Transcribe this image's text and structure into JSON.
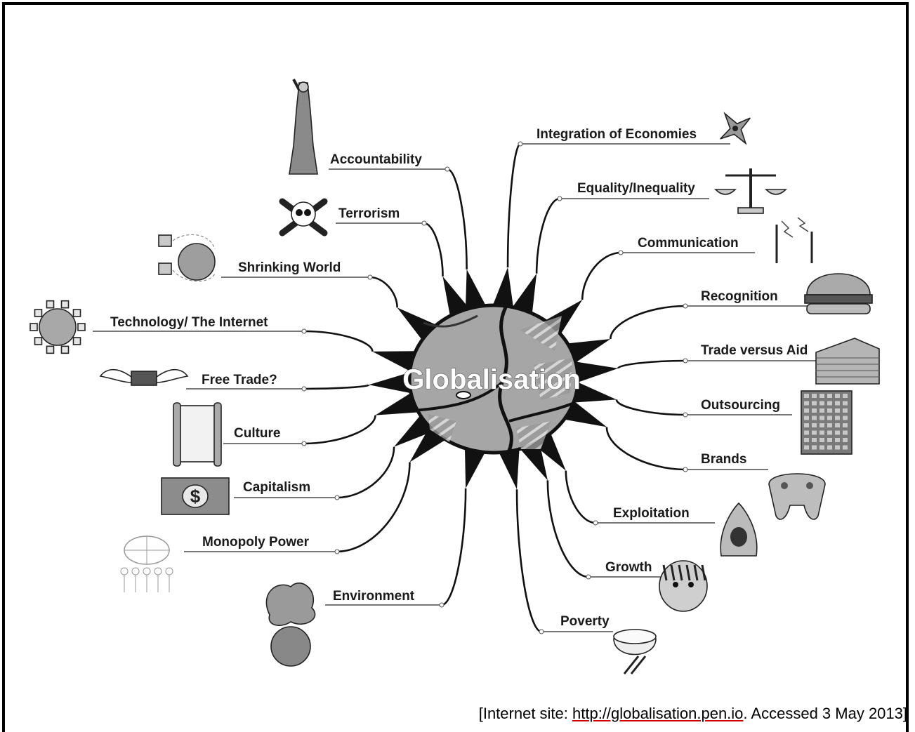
{
  "diagram": {
    "center": "Globalisation",
    "left_branches": [
      {
        "label": "Accountability",
        "icon": "statue-of-liberty-icon"
      },
      {
        "label": "Terrorism",
        "icon": "skull-and-crossbones-icon"
      },
      {
        "label": "Shrinking World",
        "icon": "networked-globe-icon"
      },
      {
        "label": "Technology/ The Internet",
        "icon": "connected-world-icon"
      },
      {
        "label": "Free Trade?",
        "icon": "winged-money-icon"
      },
      {
        "label": "Culture",
        "icon": "scroll-icon"
      },
      {
        "label": "Capitalism",
        "icon": "dollar-bill-icon"
      },
      {
        "label": "Monopoly Power",
        "icon": "people-holding-globe-icon"
      },
      {
        "label": "Environment",
        "icon": "polluted-earth-icon"
      }
    ],
    "right_branches": [
      {
        "label": "Integration of Economies",
        "icon": "compass-rose-icon"
      },
      {
        "label": "Equality/Inequality",
        "icon": "balance-scales-icon"
      },
      {
        "label": "Communication",
        "icon": "radio-towers-icon"
      },
      {
        "label": "Recognition",
        "icon": "hamburger-icon"
      },
      {
        "label": "Trade versus Aid",
        "icon": "office-building-icon"
      },
      {
        "label": "Outsourcing",
        "icon": "tall-building-icon"
      },
      {
        "label": "Brands",
        "icon": "game-controller-icon"
      },
      {
        "label": "Exploitation",
        "icon": "shark-icon"
      },
      {
        "label": "Growth",
        "icon": "tiger-icon"
      },
      {
        "label": "Poverty",
        "icon": "rice-bowl-icon"
      }
    ]
  },
  "caption": {
    "prefix": "[Internet site:  ",
    "link": "http://globalisation.pen.io",
    "suffix": ". Accessed 3 May 2013]"
  }
}
